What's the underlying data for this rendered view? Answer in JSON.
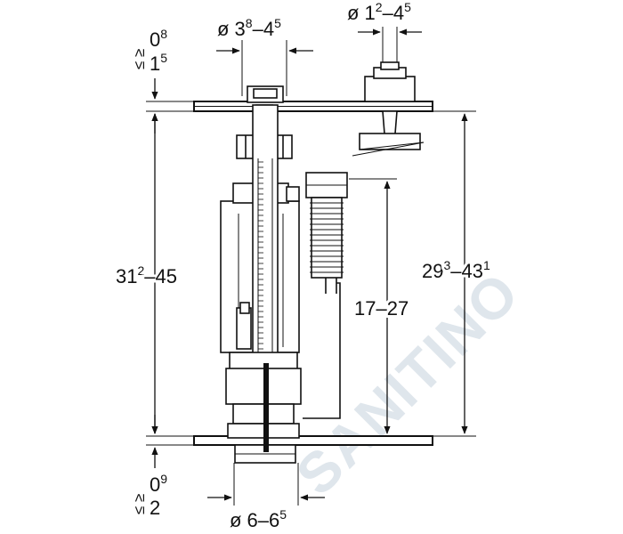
{
  "watermark": "SANITINO",
  "dimensions": {
    "top_left_upper_value": "0",
    "top_left_upper_sup": "8",
    "top_left_lower_value": "1",
    "top_left_lower_sup": "5",
    "top_left_sign": "≤ ≥",
    "top_center_prefix": "ø 3",
    "top_center_sup1": "8",
    "top_center_mid": "–4",
    "top_center_sup2": "5",
    "top_right_prefix": "ø 1",
    "top_right_sup1": "2",
    "top_right_mid": "–4",
    "top_right_sup2": "5",
    "left_height_prefix": "31",
    "left_height_sup": "2",
    "left_height_suffix": "–45",
    "middle_height": "17–27",
    "right_height_prefix": "29",
    "right_height_sup1": "3",
    "right_height_mid": "–43",
    "right_height_sup2": "1",
    "bottom_left_upper_value": "0",
    "bottom_left_upper_sup": "9",
    "bottom_left_lower_value": "2",
    "bottom_left_sign": "≤ ≥",
    "bottom_center_prefix": "ø 6–6",
    "bottom_center_sup": "5"
  }
}
